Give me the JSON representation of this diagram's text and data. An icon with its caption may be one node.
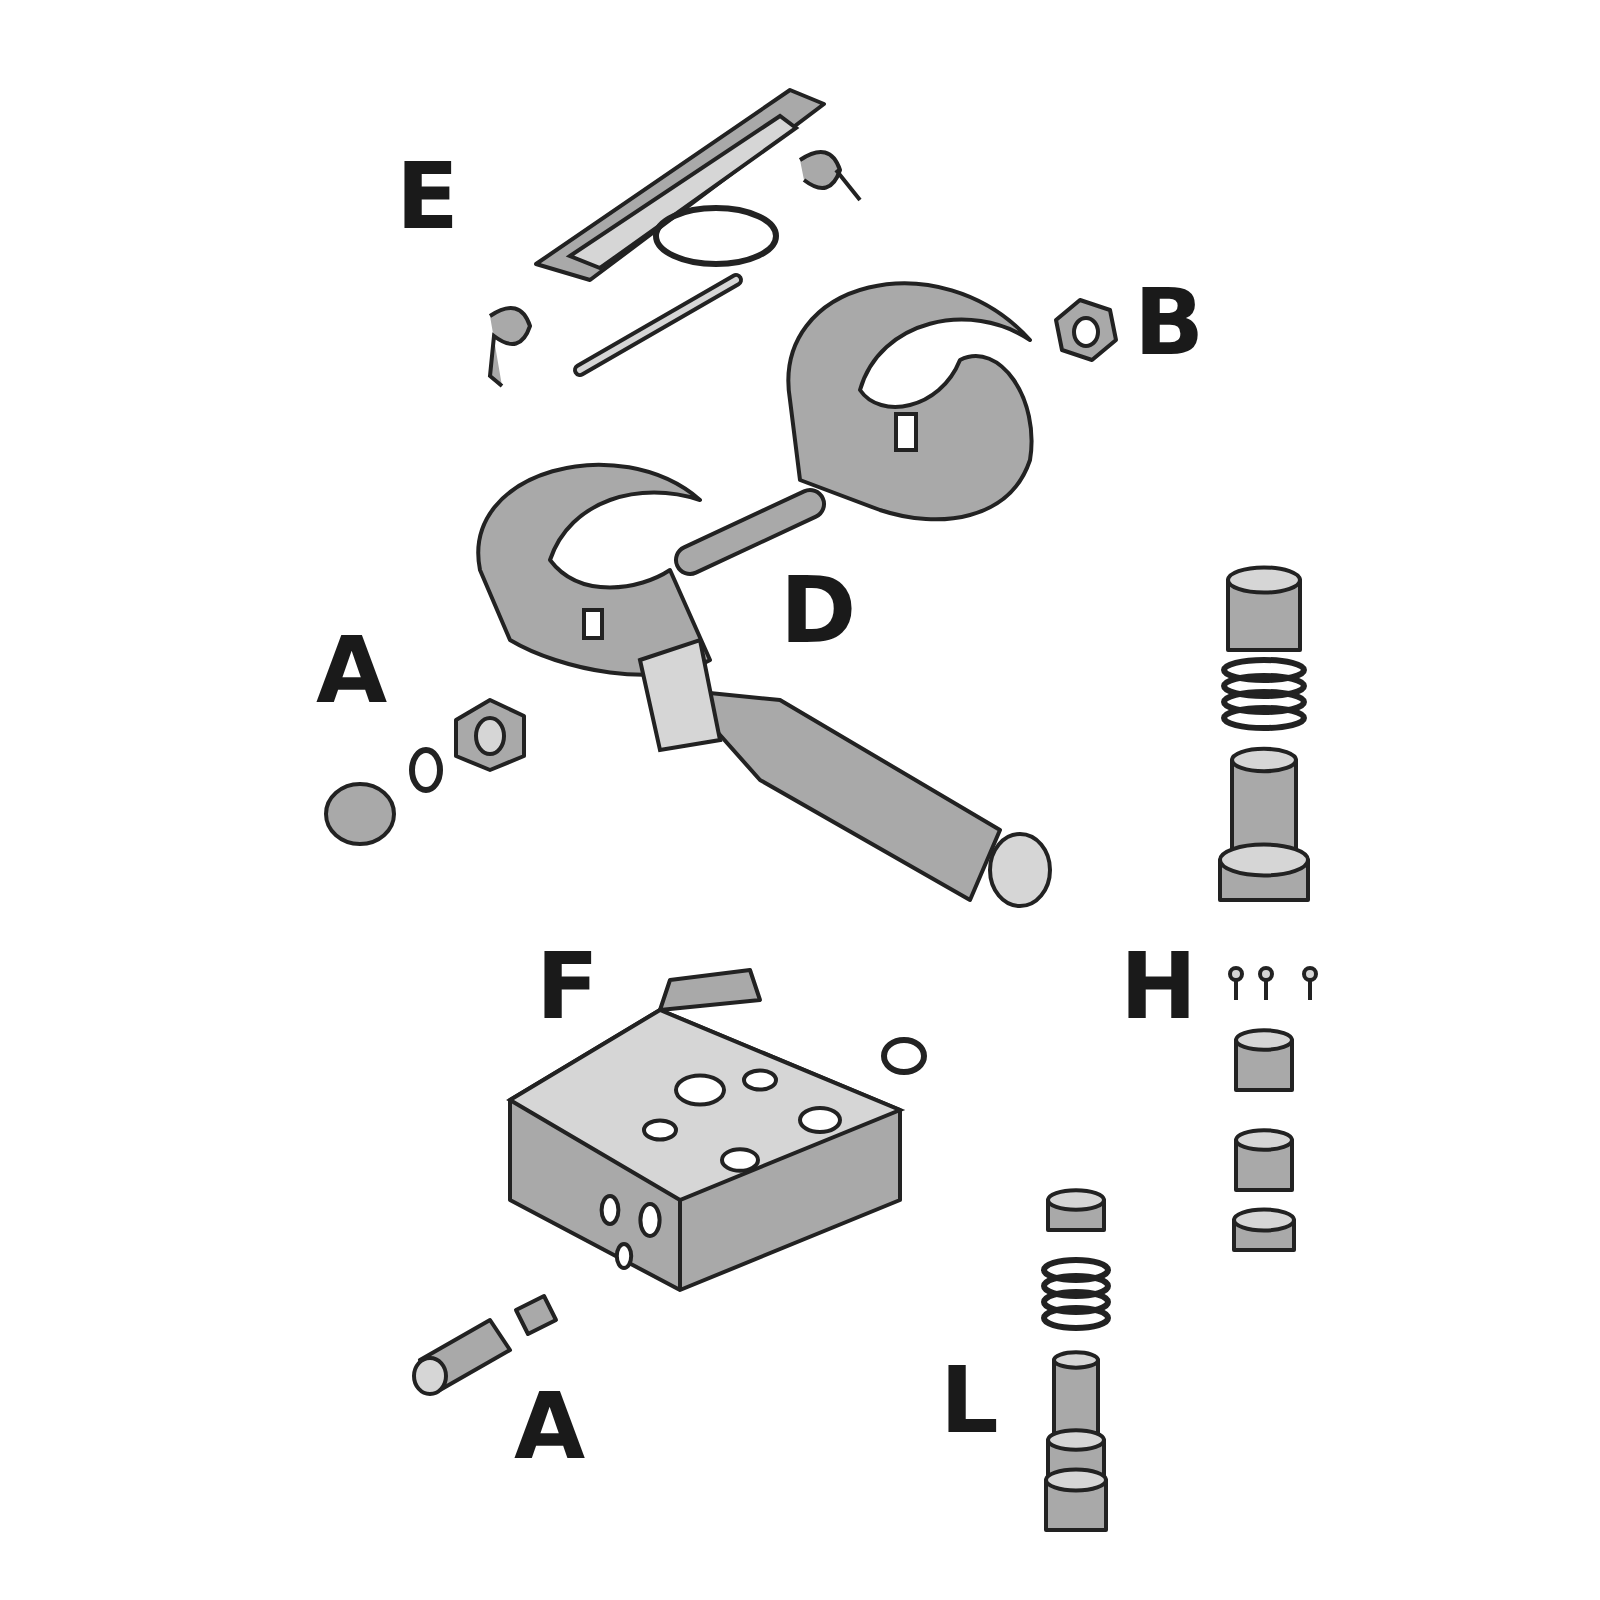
{
  "diagram": {
    "labels": [
      "E",
      "B",
      "D",
      "A",
      "F",
      "H",
      "L",
      "A"
    ]
  }
}
